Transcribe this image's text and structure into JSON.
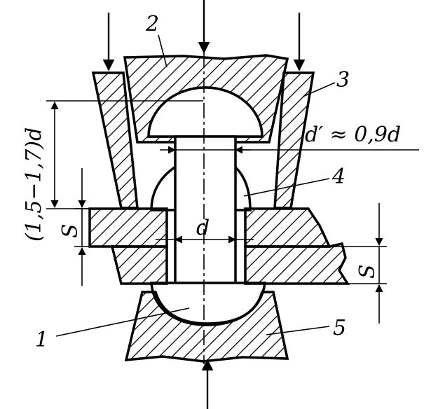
{
  "labels": {
    "rivet": "1",
    "upper_die": "2",
    "pressure_ring": "3",
    "formed_head": "4",
    "lower_support": "5",
    "head_height": "(1,5−1,7)d",
    "neck_diameter": "d′ ≈ 0,9d",
    "hole_diameter": "d",
    "plate_thickness_left": "S",
    "plate_thickness_right": "S"
  }
}
